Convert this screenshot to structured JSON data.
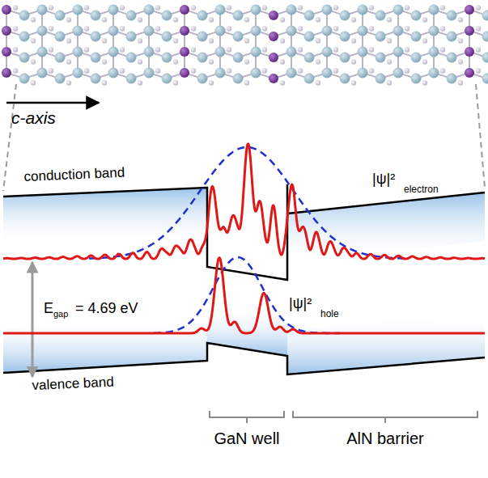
{
  "diagram": {
    "labels": [
      "c-axis",
      "conduction band",
      "|ψ|²",
      "electron",
      "E",
      "gap",
      "= 4.69 eV",
      "|ψ|²",
      "hole",
      "valence band",
      "GaN well",
      "AlN barrier"
    ]
  }
}
